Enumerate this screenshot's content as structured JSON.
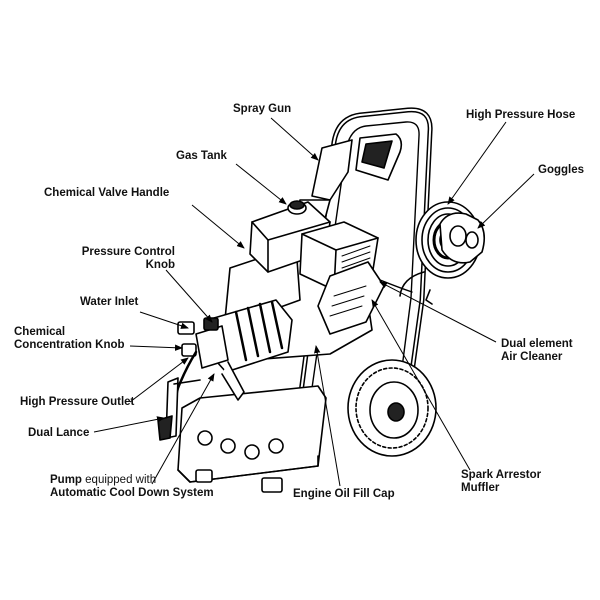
{
  "labels": {
    "spray_gun": "Spray Gun",
    "gas_tank": "Gas Tank",
    "chemical_valve_handle": "Chemical Valve Handle",
    "pressure_control_knob": [
      "Pressure Control",
      "Knob"
    ],
    "water_inlet": "Water Inlet",
    "chemical_concentration_knob": [
      "Chemical",
      "Concentration Knob"
    ],
    "high_pressure_outlet": "High Pressure Outlet",
    "dual_lance": "Dual Lance",
    "pump": {
      "line1_bold": "Pump",
      "line1_normal": " equipped with",
      "line2": "Automatic Cool Down System"
    },
    "engine_oil_fill_cap": "Engine Oil Fill Cap",
    "high_pressure_hose": "High Pressure Hose",
    "goggles": "Goggles",
    "dual_element_air_cleaner": [
      "Dual element",
      "Air Cleaner"
    ],
    "spark_arrestor_muffler": [
      "Spark Arrestor",
      "Muffler"
    ]
  }
}
